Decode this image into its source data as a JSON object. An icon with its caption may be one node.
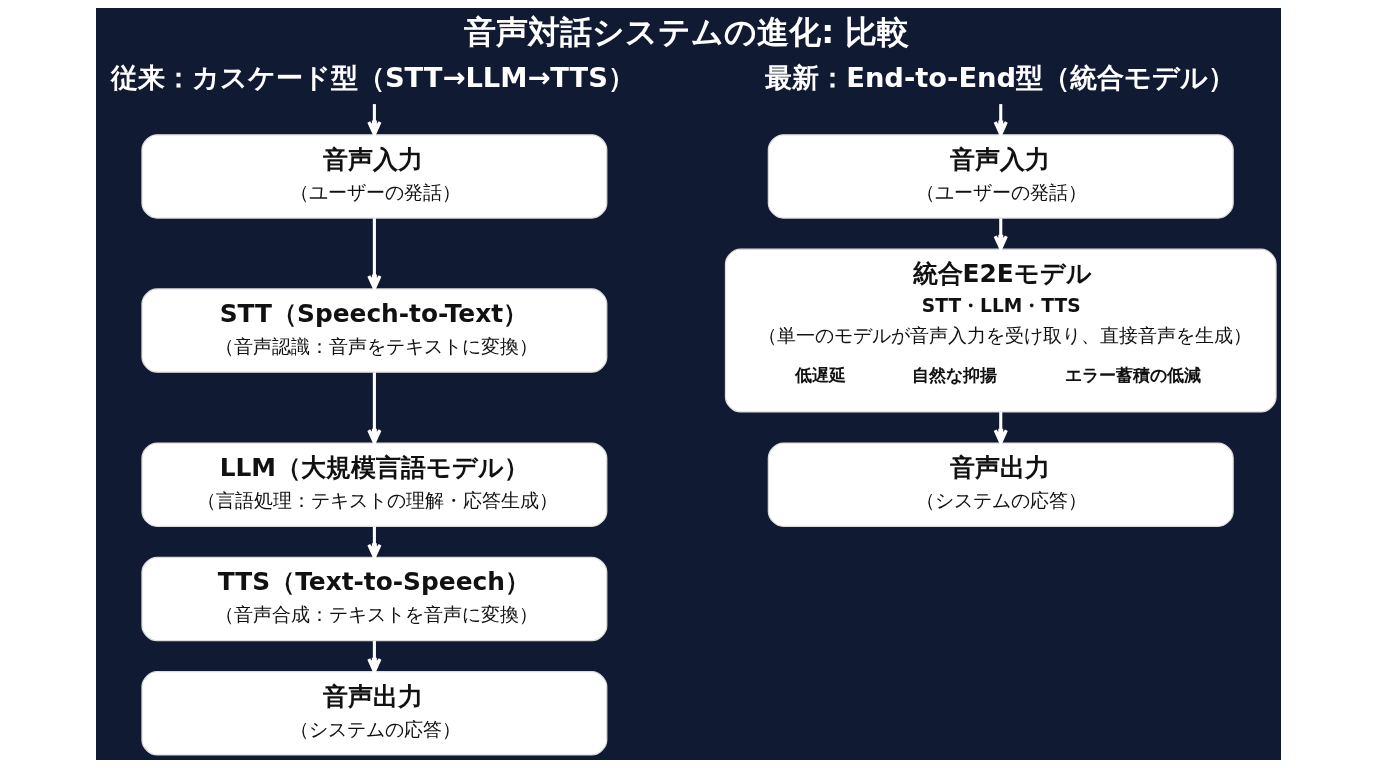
{
  "diagram": {
    "title": "音声対話システムの進化: 比較",
    "nodes": [
      {
        "text": [
          "従来：カスケード型（STT→LLM→TTS）"
        ]
      },
      {
        "text": [
          "音声入力",
          "（ユーザーの発話）"
        ]
      },
      {
        "text": [
          "STT（Speech-to-Text）",
          "（音声認識：音声をテキストに変換）"
        ]
      },
      {
        "text": [
          "LLM（大規模言語モデル）",
          "（言語処理：テキストの理解・応答生成）"
        ]
      },
      {
        "text": [
          "TTS（Text-to-Speech）",
          "（音声合成：テキストを音声に変換）"
        ]
      },
      {
        "text": [
          "音声出力",
          "（システムの応答）"
        ]
      },
      {
        "text": [
          "最新：End-to-End型（統合モデル）"
        ]
      },
      {
        "text": [
          "音声入力",
          "（ユーザーの発話）"
        ]
      },
      {
        "text": [
          "統合E2Eモデル",
          "STT・LLM・TTS",
          "（単一のモデルが音声入力を受け取り、直接音声を生成）",
          "低遅延",
          "自然な抑揚",
          "エラー蓄積の低減"
        ]
      },
      {
        "text": [
          "音声出力",
          "（システムの応答）"
        ]
      }
    ],
    "edges": [
      {
        "from": 0,
        "to": 1,
        "arrow": "to"
      },
      {
        "from": 1,
        "to": 2,
        "arrow": "to"
      },
      {
        "from": 2,
        "to": 3,
        "arrow": "to"
      },
      {
        "from": 3,
        "to": 4,
        "arrow": "to"
      },
      {
        "from": 4,
        "to": 5,
        "arrow": "to"
      },
      {
        "from": 6,
        "to": 7,
        "arrow": "to"
      },
      {
        "from": 7,
        "to": 8,
        "arrow": "to"
      },
      {
        "from": 8,
        "to": 9,
        "arrow": "to"
      }
    ]
  }
}
